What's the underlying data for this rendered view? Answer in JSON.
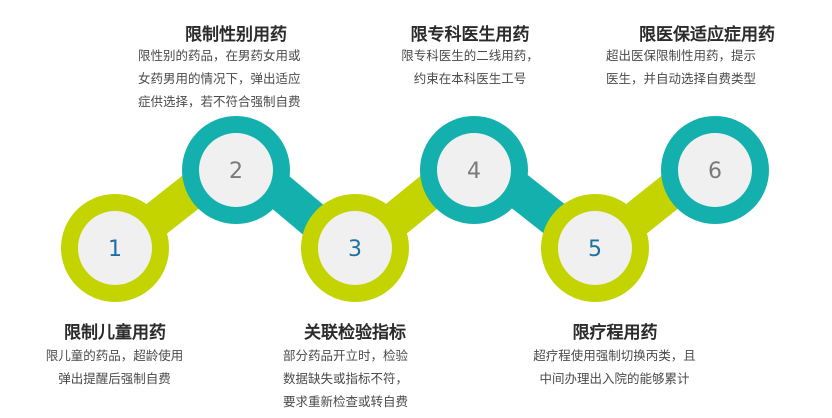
{
  "colors": {
    "lime": "#c3d400",
    "teal": "#14b0ad",
    "circle_fill": "#f0f0f0",
    "number_blue": "#1f6fa3",
    "number_gray": "#7a7a7a"
  },
  "steps": [
    {
      "number": "1",
      "title": "限制儿童用药",
      "desc": [
        "限儿童的药品，超龄使用",
        "弹出提醒后强制自费"
      ]
    },
    {
      "number": "2",
      "title": "限制性别用药",
      "desc": [
        "限性别的药品，在男药女用或",
        "女药男用的情况下，弹出适应",
        "症供选择，若不符合强制自费"
      ]
    },
    {
      "number": "3",
      "title": "关联检验指标",
      "desc": [
        "部分药品开立时，检验",
        "数据缺失或指标不符，",
        "要求重新检查或转自费"
      ]
    },
    {
      "number": "4",
      "title": "限专科医生用药",
      "desc": [
        "限专科医生的二线用药，",
        "约束在本科医生工号"
      ]
    },
    {
      "number": "5",
      "title": "限疗程用药",
      "desc": [
        "超疗程使用强制切换丙类，且",
        "中间办理出入院的能够累计"
      ]
    },
    {
      "number": "6",
      "title": "限医保适应症用药",
      "desc": [
        "超出医保限制性用药，提示",
        "医生，并自动选择自费类型"
      ]
    }
  ]
}
